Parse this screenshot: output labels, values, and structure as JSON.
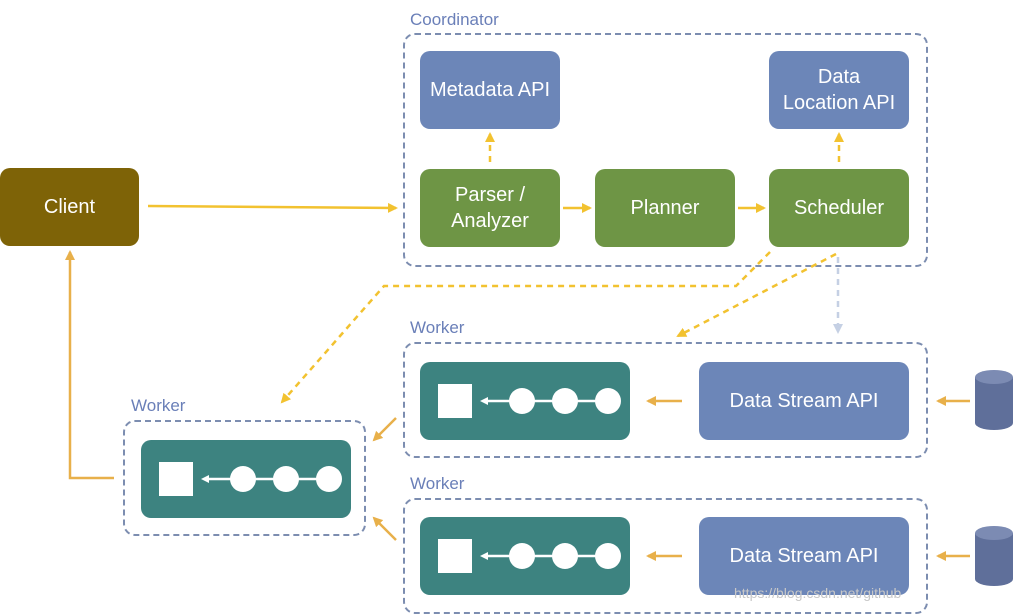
{
  "groups": {
    "coordinator": "Coordinator",
    "worker_top": "Worker",
    "worker_mid": "Worker",
    "worker_left": "Worker"
  },
  "nodes": {
    "client": "Client",
    "metadata_api": "Metadata API",
    "data_location_api": "Data\nLocation API",
    "parser_analyzer": "Parser /\nAnalyzer",
    "planner": "Planner",
    "scheduler": "Scheduler",
    "data_stream_api_1": "Data Stream API",
    "data_stream_api_2": "Data Stream API"
  },
  "watermark": "https://blog.csdn.net/github",
  "colors": {
    "api": "#6c86b8",
    "stage": "#6e9545",
    "client": "#7e6307",
    "pipeline": "#3d8380",
    "data_flow": "#e8b04a",
    "control_flow": "#f2c230",
    "database": "#5f6f9a"
  }
}
